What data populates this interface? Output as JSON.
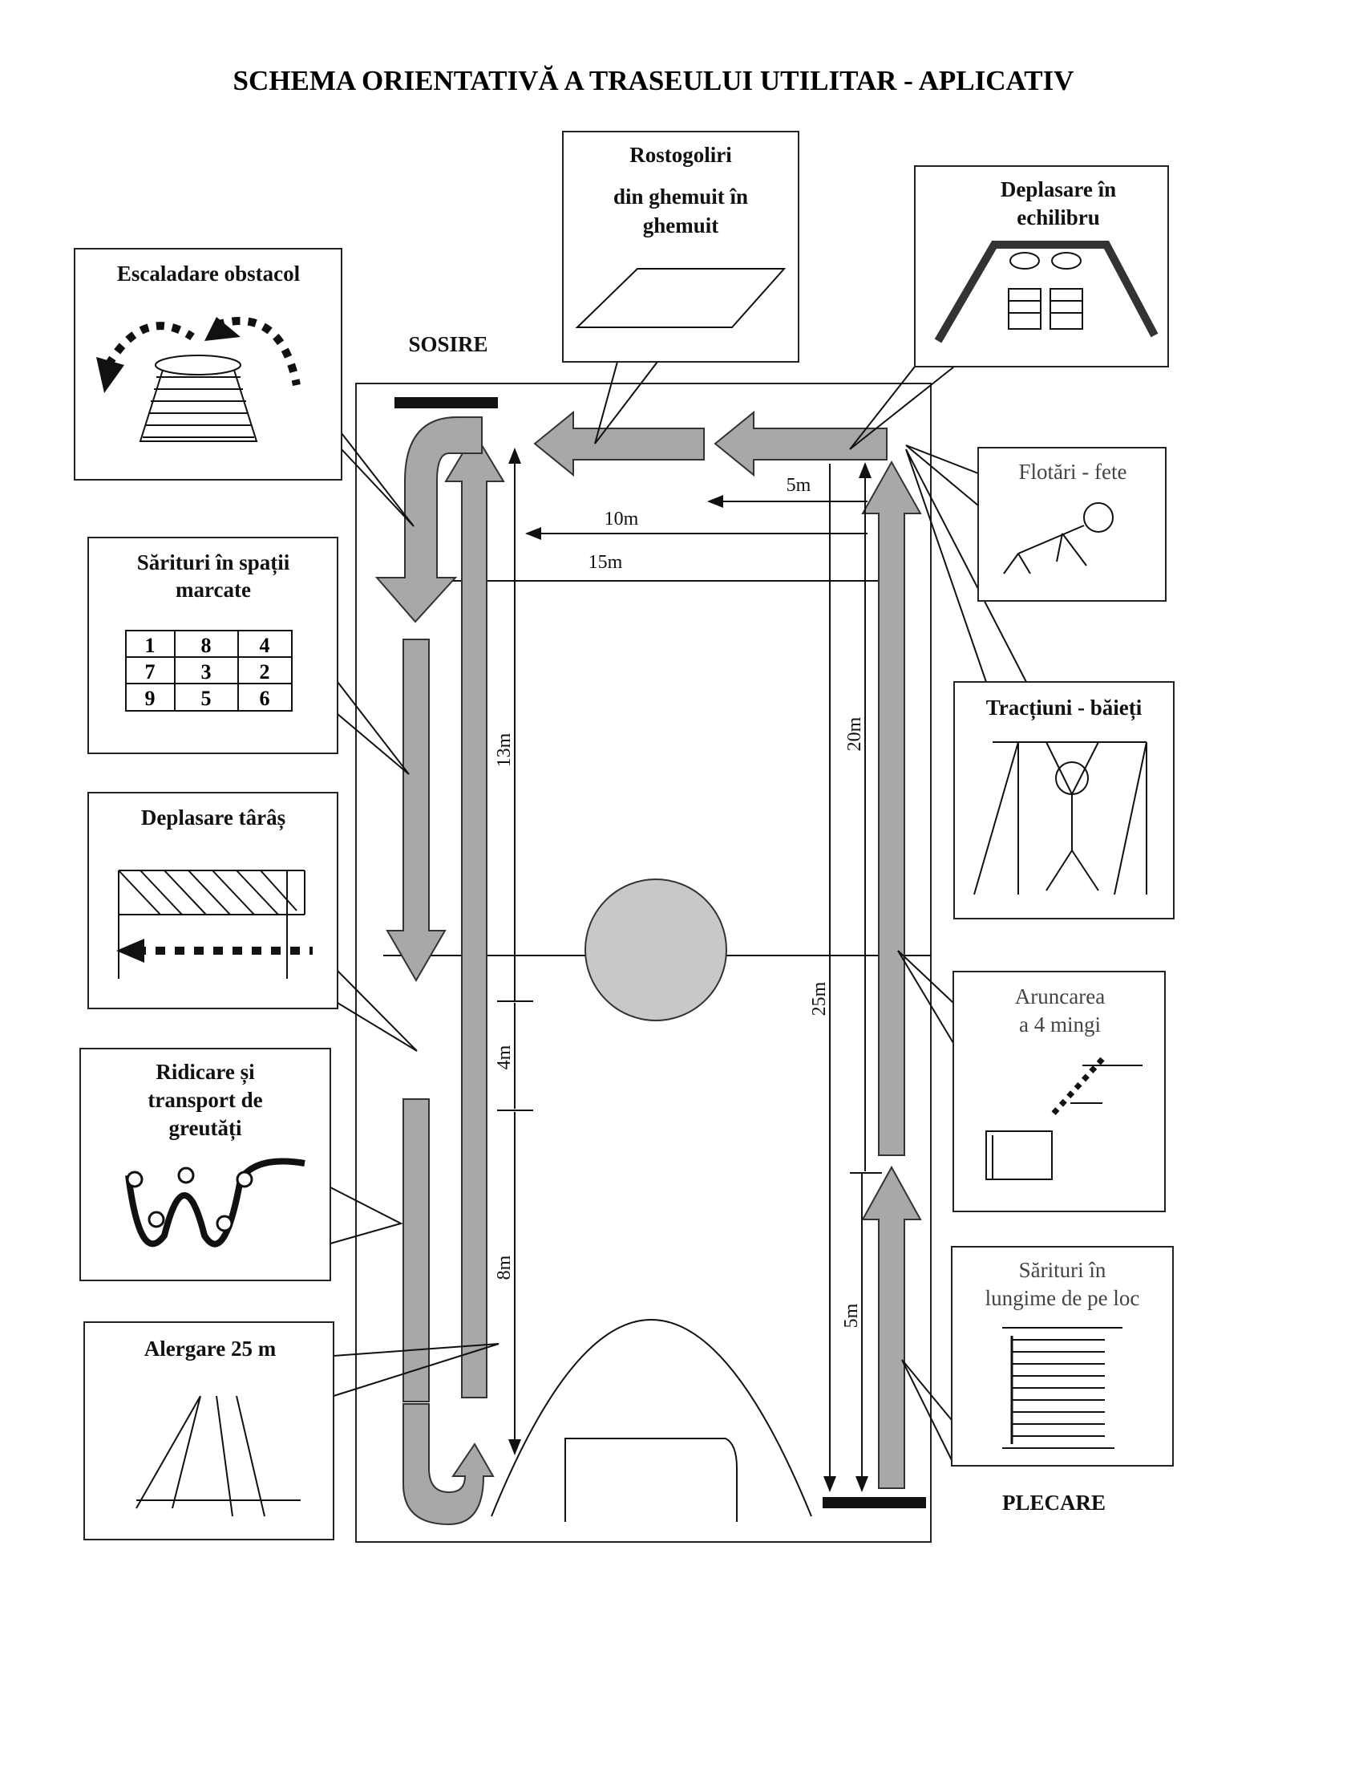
{
  "title": "SCHEMA ORIENTATIVĂ A TRASEULUI UTILITAR - APLICATIV",
  "markers": {
    "finish": "SOSIRE",
    "start": "PLECARE"
  },
  "stations": {
    "escaladare": "Escaladare obstacol",
    "sarituri_spatii": [
      "Sărituri în spații",
      "marcate"
    ],
    "grid": [
      [
        "1",
        "8",
        "4"
      ],
      [
        "7",
        "3",
        "2"
      ],
      [
        "9",
        "5",
        "6"
      ]
    ],
    "taras": "Deplasare târâș",
    "ridicare": [
      "Ridicare și",
      "transport de",
      "greutăți"
    ],
    "alergare": "Alergare 25 m",
    "rostogoliri": [
      "Rostogoliri",
      "din ghemuit în",
      "ghemuit"
    ],
    "echilibru": [
      "Deplasare în",
      "echilibru"
    ],
    "flotari": "Flotări - fete",
    "tractiuni": "Tracțiuni - băieți",
    "aruncarea": [
      "Aruncarea",
      "a 4 mingi"
    ],
    "sarituri_lungime": [
      "Sărituri în",
      "lungime de pe loc"
    ]
  },
  "dimensions": {
    "d5_top": "5m",
    "d10": "10m",
    "d15": "15m",
    "d13": "13m",
    "d4": "4m",
    "d8": "8m",
    "d20": "20m",
    "d25": "25m",
    "d5_bottom": "5m"
  }
}
